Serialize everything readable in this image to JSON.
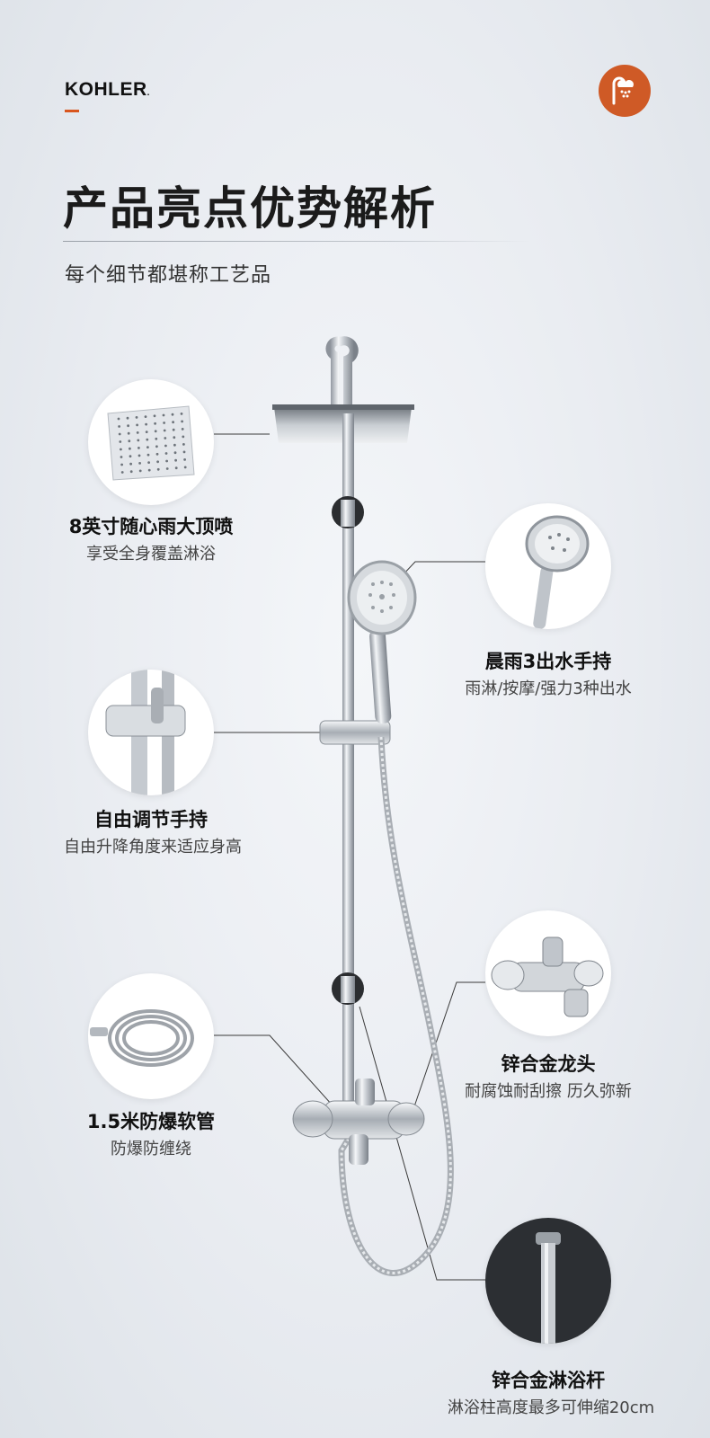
{
  "brand": {
    "logo": "KOHLER",
    "logo_mark": "."
  },
  "header": {
    "title": "产品亮点优势解析",
    "subtitle": "每个细节都堪称工艺品"
  },
  "features": [
    {
      "label": "8英寸随心雨大顶喷",
      "desc": "享受全身覆盖淋浴"
    },
    {
      "label": "晨雨3出水手持",
      "desc": "雨淋/按摩/强力3种出水"
    },
    {
      "label": "自由调节手持",
      "desc": "自由升降角度来适应身高"
    },
    {
      "label": "锌合金龙头",
      "desc": "耐腐蚀耐刮擦 历久弥新"
    },
    {
      "label": "1.5米防爆软管",
      "desc": "防爆防缠绕"
    },
    {
      "label": "锌合金淋浴杆",
      "desc": "淋浴柱高度最多可伸缩20cm"
    }
  ],
  "colors": {
    "accent": "#cf5a26",
    "chrome": "#c8ccd2"
  },
  "icons": {
    "badge": "shower-icon"
  }
}
